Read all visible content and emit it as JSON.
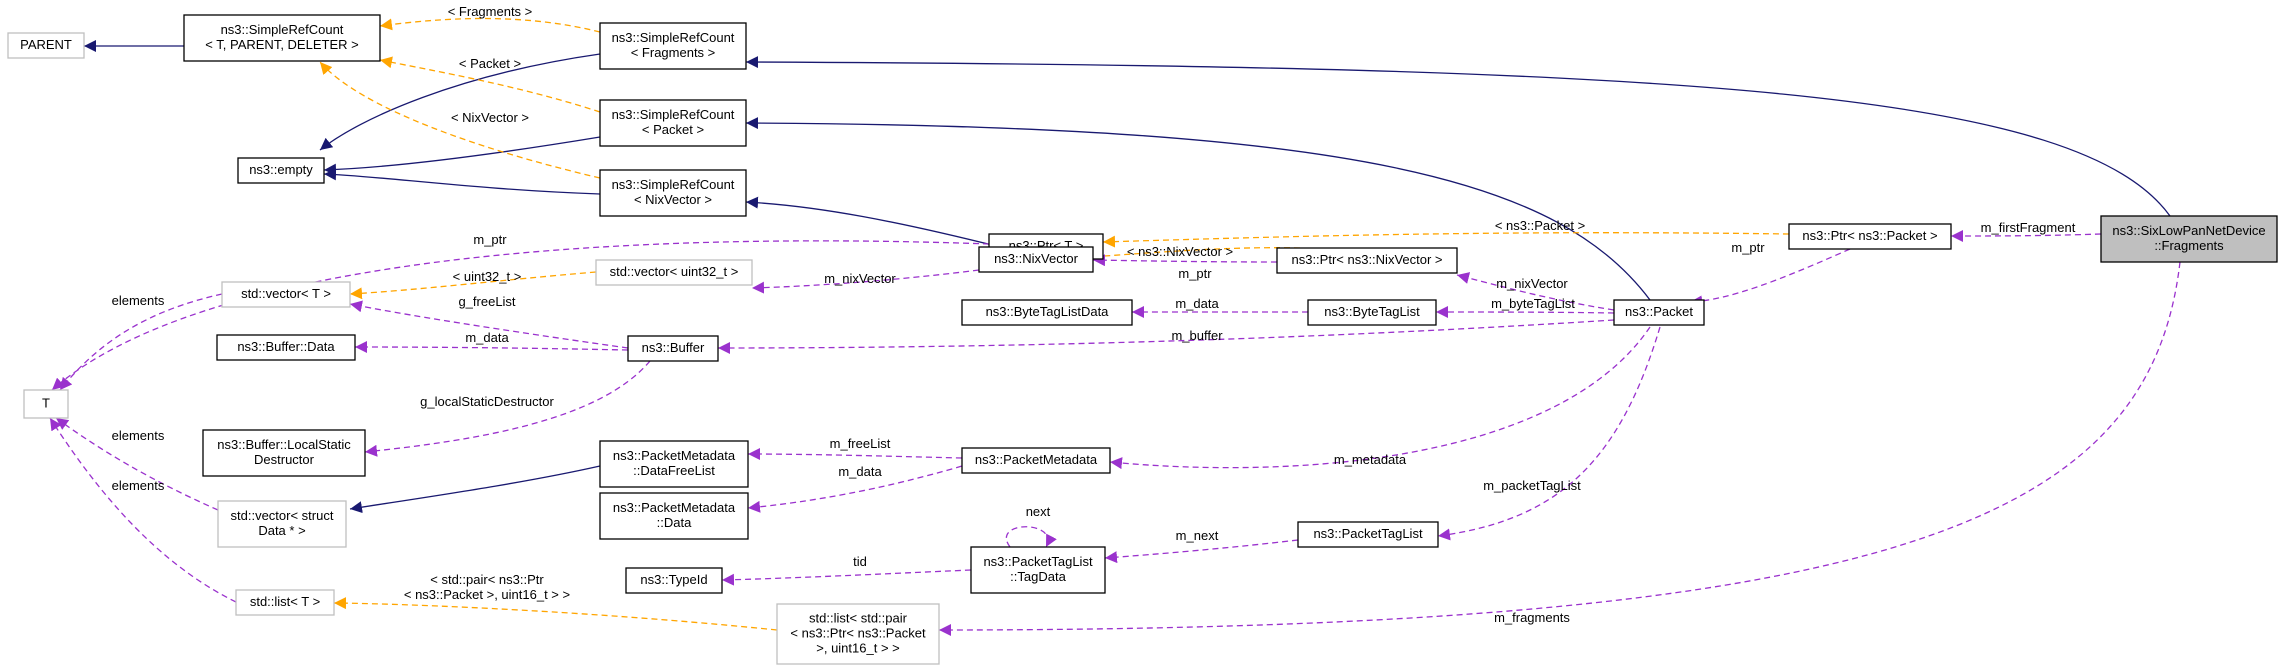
{
  "colors": {
    "inheritance": "#191970",
    "usage": "#9a32cd",
    "template": "#ffa500",
    "node_border": "#000000",
    "template_node_border": "#bfbfbf",
    "focus_fill": "#bfbfbf"
  },
  "nodes": {
    "parent": [
      "PARENT"
    ],
    "srcTemplate": [
      "ns3::SimpleRefCount",
      "< T, PARENT, DELETER >"
    ],
    "srcFragments": [
      "ns3::SimpleRefCount",
      "< Fragments >"
    ],
    "srcPacket": [
      "ns3::SimpleRefCount",
      "< Packet >"
    ],
    "srcNixVector": [
      "ns3::SimpleRefCount",
      "< NixVector >"
    ],
    "empty": [
      "ns3::empty"
    ],
    "ptrT": [
      "ns3::Ptr< T >"
    ],
    "ptrPacket": [
      "ns3::Ptr< ns3::Packet >"
    ],
    "fragments": [
      "ns3::SixLowPanNetDevice",
      "::Fragments"
    ],
    "T": [
      "T"
    ],
    "vectorT": [
      "std::vector< T >"
    ],
    "vectorUint32": [
      "std::vector< uint32_t >"
    ],
    "nixVector": [
      "ns3::NixVector"
    ],
    "ptrNixVector": [
      "ns3::Ptr< ns3::NixVector >"
    ],
    "packet": [
      "ns3::Packet"
    ],
    "byteTagListData": [
      "ns3::ByteTagListData"
    ],
    "byteTagList": [
      "ns3::ByteTagList"
    ],
    "bufferData": [
      "ns3::Buffer::Data"
    ],
    "buffer": [
      "ns3::Buffer"
    ],
    "bufferLocal": [
      "ns3::Buffer::LocalStatic",
      "Destructor"
    ],
    "pmFreeList": [
      "ns3::PacketMetadata",
      "::DataFreeList"
    ],
    "pm": [
      "ns3::PacketMetadata"
    ],
    "vectorData": [
      "std::vector< struct",
      "Data * >"
    ],
    "pmData": [
      "ns3::PacketMetadata",
      "::Data"
    ],
    "packetTagList": [
      "ns3::PacketTagList"
    ],
    "typeId": [
      "ns3::TypeId"
    ],
    "ptlTagData": [
      "ns3::PacketTagList",
      "::TagData"
    ],
    "listT": [
      "std::list< T >"
    ],
    "listPair": [
      "std::list< std::pair",
      "< ns3::Ptr< ns3::Packet",
      ">, uint16_t > >"
    ]
  },
  "edge_labels": {
    "fragmentsTpl": [
      "< Fragments >"
    ],
    "packetTpl": [
      "< Packet >"
    ],
    "nixVectorTpl": [
      "< NixVector >"
    ],
    "mPtrT": [
      "m_ptr"
    ],
    "packetPtrTpl": [
      "< ns3::Packet >"
    ],
    "mFirstFragment": [
      "m_firstFragment"
    ],
    "nixPtrTpl": [
      "< ns3::NixVector >"
    ],
    "mPtrPacket": [
      "m_ptr"
    ],
    "uint32Tpl": [
      "< uint32_t >"
    ],
    "mNixVectorVec": [
      "m_nixVector"
    ],
    "mPtrNix": [
      "m_ptr"
    ],
    "mNixVector": [
      "m_nixVector"
    ],
    "elementsVec": [
      "elements"
    ],
    "gFreeList": [
      "g_freeList"
    ],
    "mDataBtl": [
      "m_data"
    ],
    "mByteTagList": [
      "m_byteTagList"
    ],
    "mDataBuf": [
      "m_data"
    ],
    "mBuffer": [
      "m_buffer"
    ],
    "gLocal": [
      "g_localStaticDestructor"
    ],
    "elementsStruct": [
      "elements"
    ],
    "mFreeList": [
      "m_freeList"
    ],
    "mDataPm": [
      "m_data"
    ],
    "mMetadata": [
      "m_metadata"
    ],
    "elementsList": [
      "elements"
    ],
    "next": [
      "next"
    ],
    "mPacketTagList": [
      "m_packetTagList"
    ],
    "mNext": [
      "m_next"
    ],
    "tid": [
      "tid"
    ],
    "pairTpl": [
      "< std::pair< ns3::Ptr",
      "< ns3::Packet >, uint16_t > >"
    ],
    "mFragments": [
      "m_fragments"
    ]
  }
}
